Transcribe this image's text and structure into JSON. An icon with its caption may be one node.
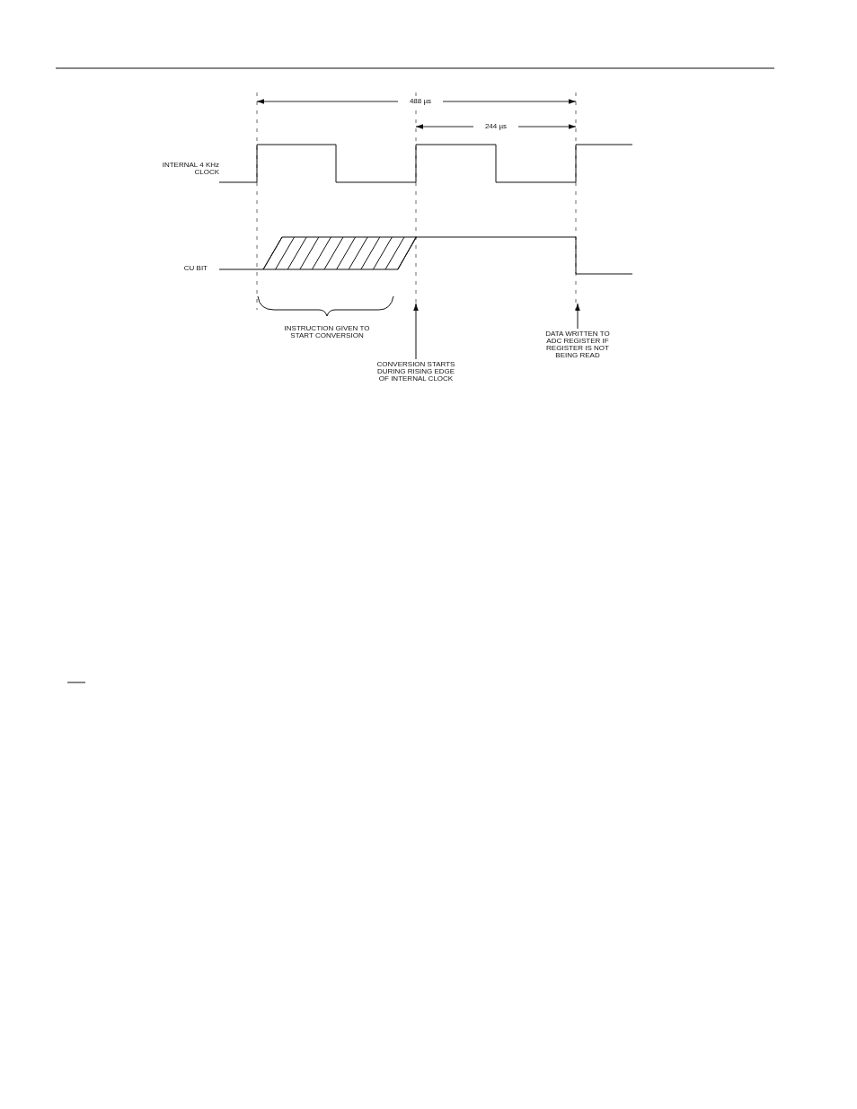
{
  "diagram": {
    "nodes": [
      {
        "text": [
          "CONVERSION STARTS DURING RISING EDGE OF INTERNAL CLOCK"
        ]
      },
      {
        "text": [
          "DATA WRITTEN TO ADC REGISTER IF REGISTER IS NOT BEING READ"
        ]
      }
    ],
    "edges": [
      {
        "from": 0,
        "to": null,
        "arrow": "to"
      },
      {
        "from": 1,
        "to": null,
        "arrow": "to"
      }
    ],
    "labels": [
      "488 µs",
      "244 µs",
      "INTERNAL 4 KHz CLOCK",
      "CU BIT",
      "INSTRUCTION GIVEN TO START CONVERSION"
    ]
  }
}
